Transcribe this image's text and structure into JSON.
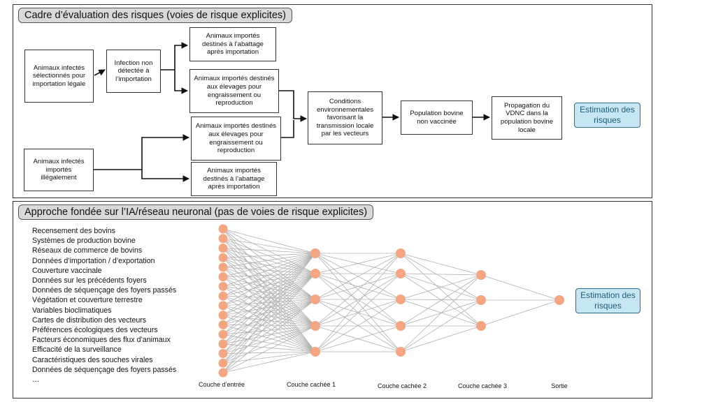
{
  "traditional": {
    "title": "Cadre d’évaluation des risques (voies de risque explicites)",
    "legal_source": "Animaux infectés sélectionnés pour importation légale",
    "undetected": "Infection non détectée à l’importation",
    "legal_slaughter": "Animaux importés destinés à l’abattage après importation",
    "legal_farms": "Animaux importés destinés aux élevages pour engraissement ou reproduction",
    "illegal_source": "Animaux infectés importés illégalement",
    "illegal_farms": "Animaux importés destinés aux élevages pour engraissement ou reproduction",
    "illegal_slaughter": "Animaux importés destinés à l’abattage après importation",
    "conditions": "Conditions environnementales favorisant la transmission locale par les vecteurs",
    "population": "Population bovine non vaccinée",
    "propagation": "Propagation du VDNC dans la population bovine locale",
    "estimate": "Estimation des risques"
  },
  "ai": {
    "title": "Approche fondée sur l’IA/réseau neuronal (pas de voies de risque explicites)",
    "features": [
      "Recensement des bovins",
      "Systèmes de production bovine",
      "Réseaux de commerce de bovins",
      "Données d’importation / d’exportation",
      "Couverture vaccinale",
      "Données sur les précédents foyers",
      "Données de séquençage des foyers passés",
      "Végétation et couverture terrestre",
      "Variables bioclimatiques",
      "Cartes de distribution des vecteurs",
      "Préférences écologiques des vecteurs",
      "Facteurs économiques des flux d’animaux",
      "Efficacité de la surveillance",
      "Caractéristiques des souches virales",
      "Données de séquençage des foyers passés",
      "…"
    ],
    "layers": [
      {
        "label": "Couche d’entrée",
        "nodes": 16
      },
      {
        "label": "Couche cachée 1",
        "nodes": 5
      },
      {
        "label": "Couche cachée 2",
        "nodes": 5
      },
      {
        "label": "Couche cachée 3",
        "nodes": 3
      },
      {
        "label": "Sortie",
        "nodes": 1
      }
    ],
    "node_color": "#f4a582",
    "edge_color": "#b0b0b0",
    "estimate": "Estimation des risques"
  }
}
